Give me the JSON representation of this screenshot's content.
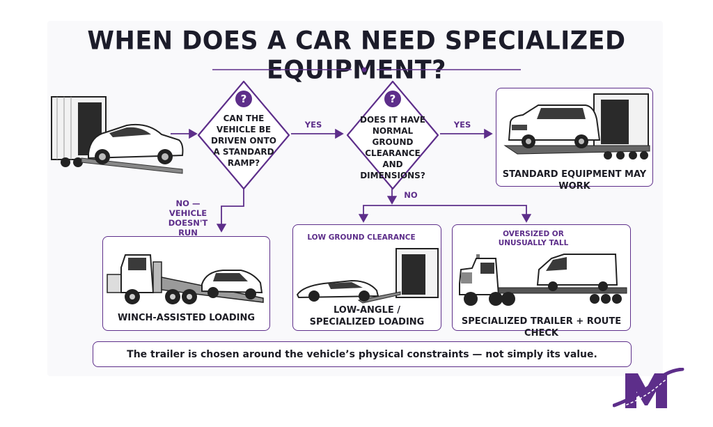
{
  "title": "WHEN DOES A CAR NEED SPECIALIZED EQUIPMENT?",
  "decisions": [
    {
      "id": "q1",
      "icon": "question-icon",
      "lines": [
        "CAN THE",
        "VEHICLE BE",
        "DRIVEN ONTO",
        "A STANDARD",
        "RAMP?"
      ]
    },
    {
      "id": "q2",
      "icon": "question-icon",
      "lines": [
        "DOES IT HAVE",
        "NORMAL GROUND",
        "CLEARANCE AND",
        "DIMENSIONS?"
      ]
    }
  ],
  "edges": {
    "yes_1": "YES",
    "yes_2": "YES",
    "no_2": "NO",
    "no_1_lines": [
      "NO —",
      "VEHICLE",
      "DOESN'T RUN"
    ]
  },
  "outcomes": {
    "standard": "STANDARD EQUIPMENT MAY WORK",
    "winch": "WINCH-ASSISTED LOADING",
    "low_angle_lines": [
      "LOW-ANGLE /",
      "SPECIALIZED LOADING"
    ],
    "low_angle_note": "LOW GROUND CLEARANCE",
    "oversize": "SPECIALIZED TRAILER + ROUTE CHECK",
    "oversize_note_lines": [
      "OVERSIZED OR",
      "UNUSUALLY TALL"
    ]
  },
  "footer": "The trailer is chosen around the vehicle’s physical constraints — not simply its value.",
  "colors": {
    "accent": "#5d2e8a",
    "text": "#1c1c24"
  }
}
